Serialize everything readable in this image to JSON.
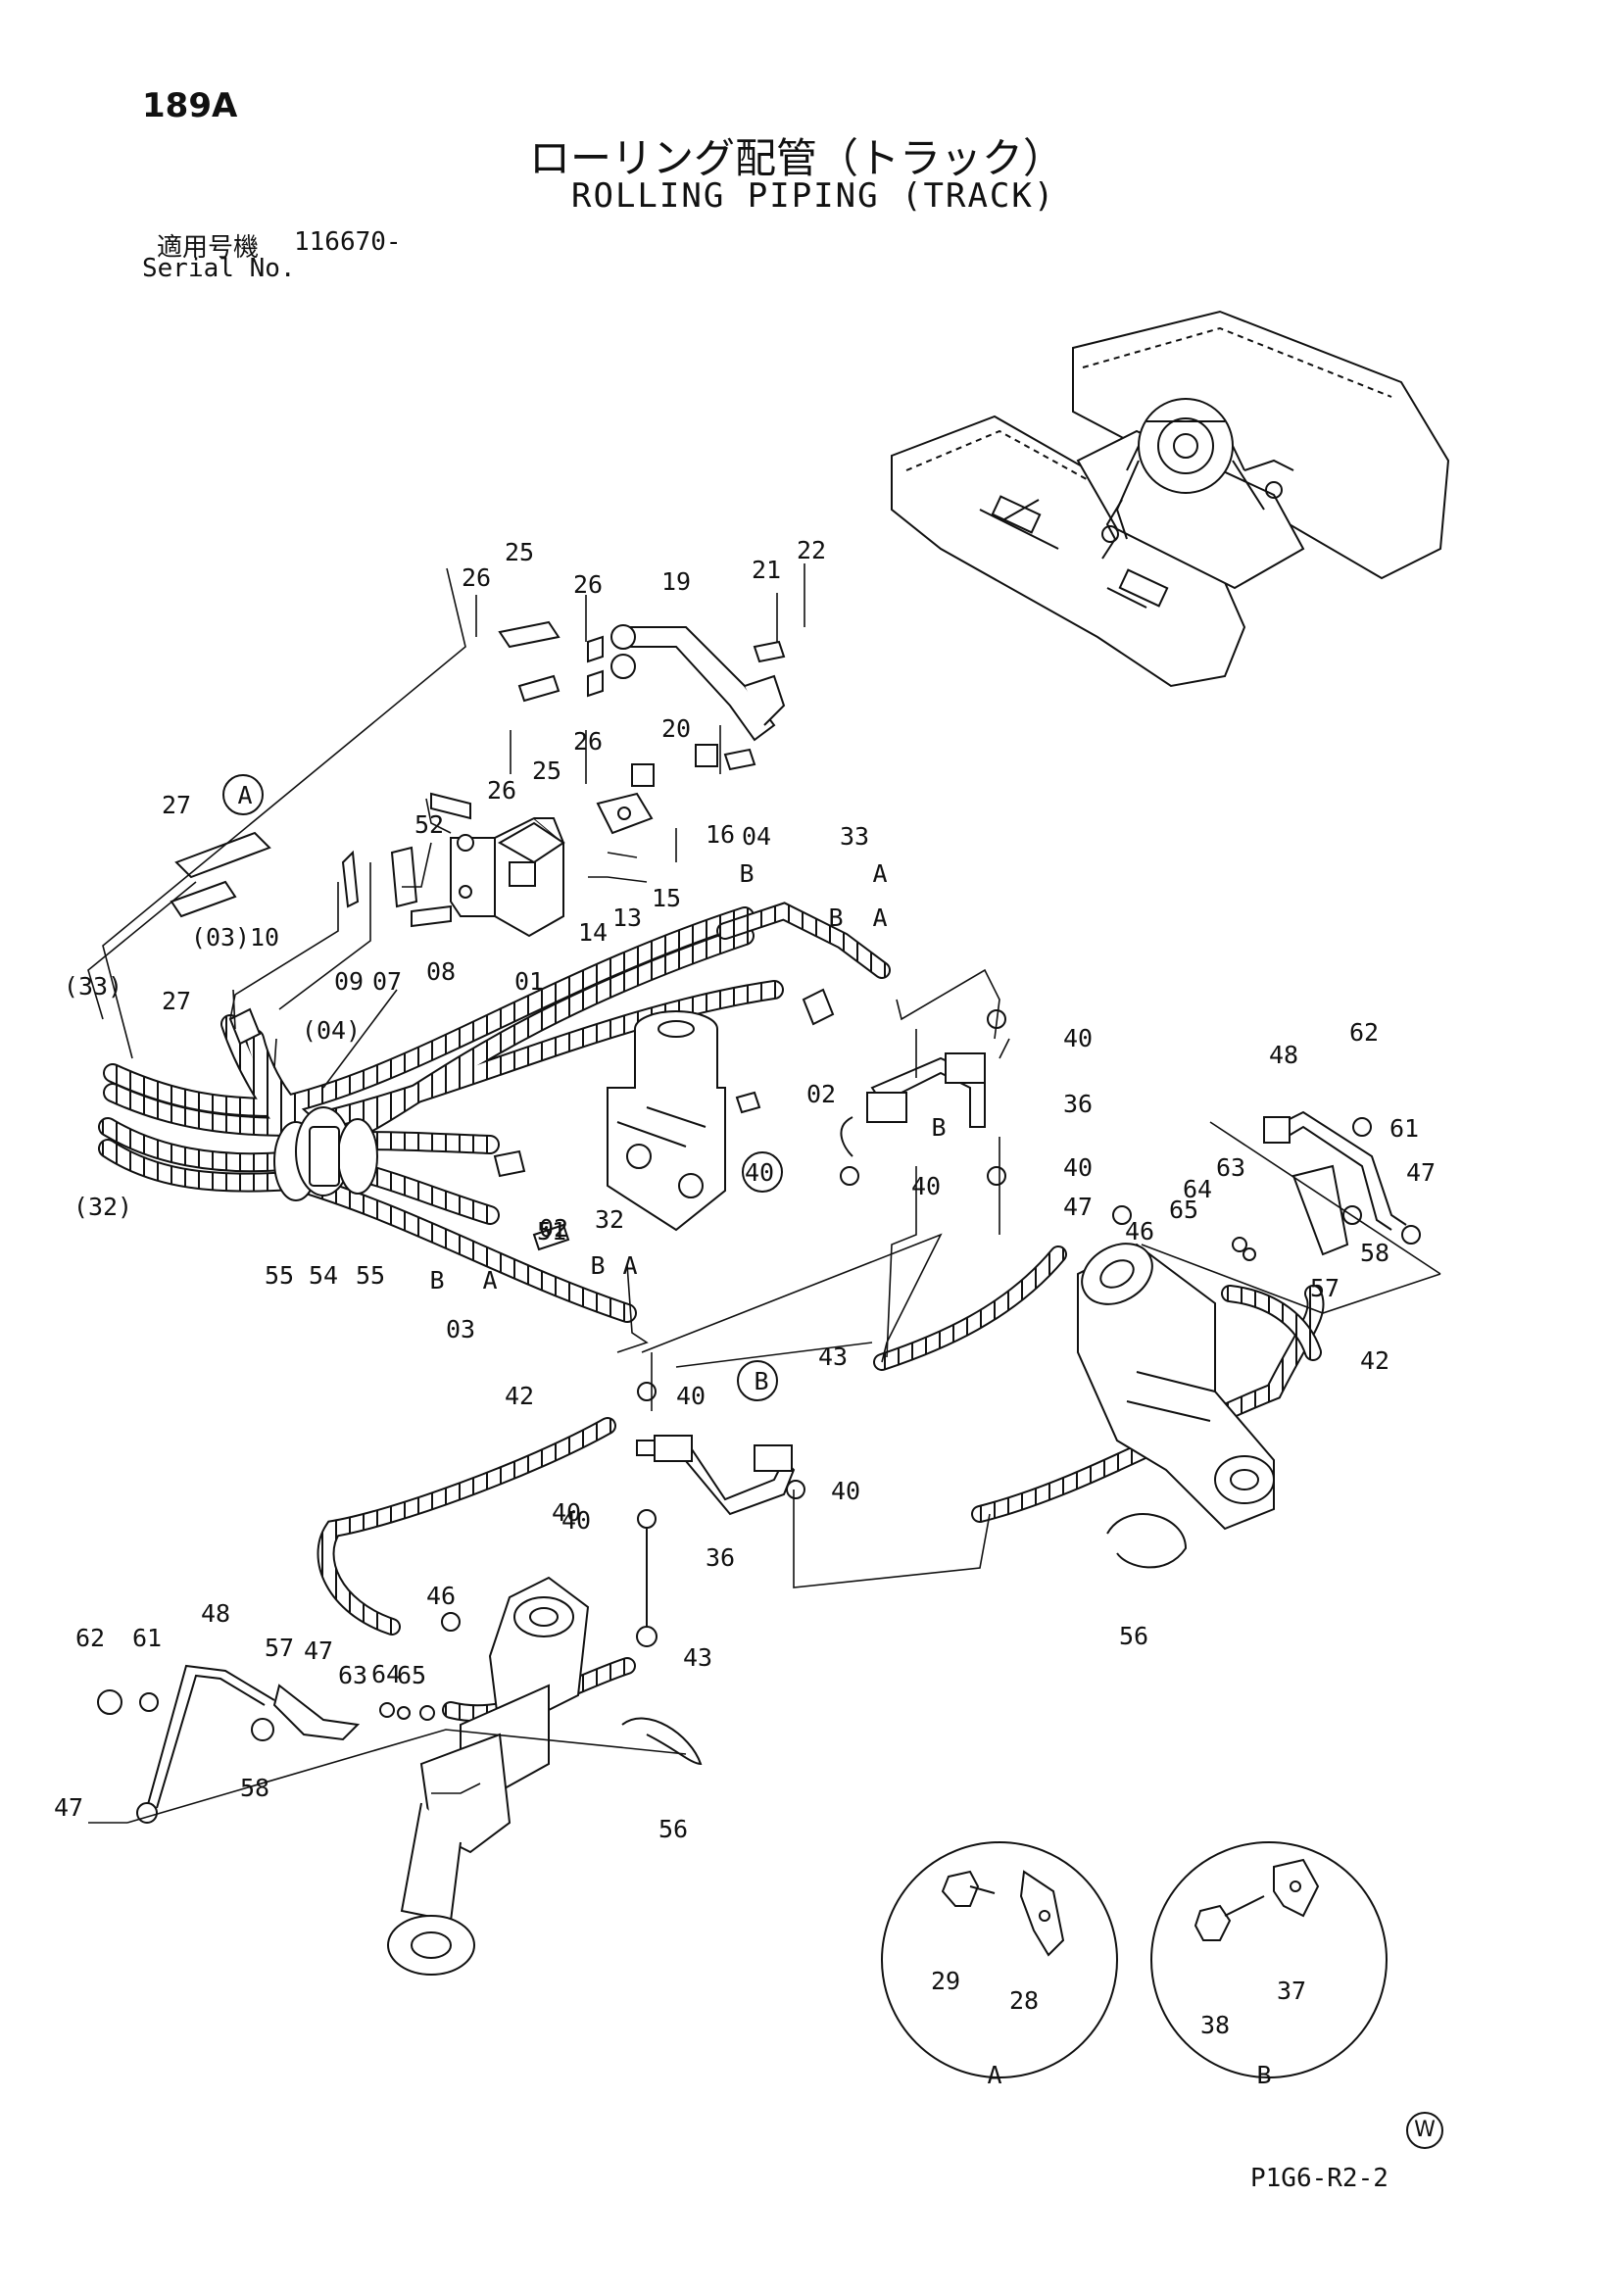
{
  "page_number": "189A",
  "title_jp": "ローリング配管（トラック）",
  "title_en": "ROLLING PIPING (TRACK)",
  "serial": {
    "label_jp": "適用号機",
    "value": "116670-",
    "label_en": "Serial No."
  },
  "w_mark": "W",
  "drawing_code": "P1G6-R2-2",
  "callouts": [
    "26",
    "25",
    "26",
    "19",
    "21",
    "22",
    "26",
    "20",
    "26",
    "25",
    "A",
    "27",
    "52",
    "16",
    "04",
    "33",
    "B",
    "A",
    "B",
    "A",
    "15",
    "13",
    "14",
    "01",
    "08",
    "07",
    "09",
    "27",
    "(03)",
    "10",
    "(33)",
    "(04)",
    "(32)",
    "55",
    "54",
    "55",
    "B",
    "A",
    "03",
    "B",
    "A",
    "32",
    "02",
    "02",
    "51",
    "40",
    "40",
    "36",
    "B",
    "40",
    "40",
    "48",
    "62",
    "61",
    "63",
    "64",
    "65",
    "46",
    "47",
    "47",
    "58",
    "57",
    "42",
    "42",
    "43",
    "40",
    "B",
    "40",
    "40",
    "40",
    "36",
    "43",
    "56",
    "46",
    "48",
    "62",
    "61",
    "57",
    "47",
    "63",
    "64",
    "65",
    "58",
    "47",
    "56",
    "A",
    "B",
    "29",
    "28",
    "38",
    "37"
  ],
  "detail_labels": [
    "A",
    "B"
  ]
}
